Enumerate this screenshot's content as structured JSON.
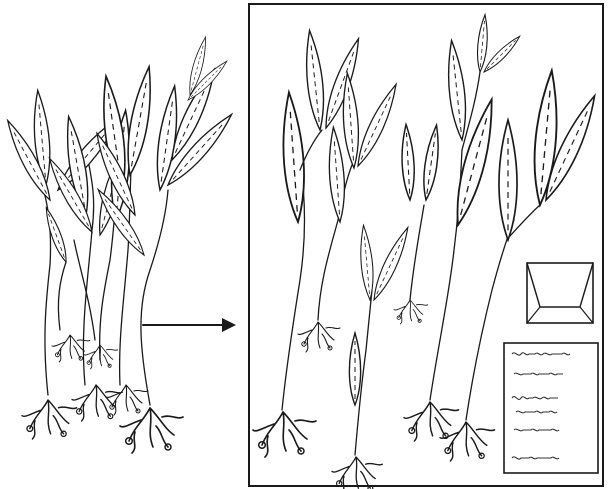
{
  "figure": {
    "left_panel": {
      "icon": "loose-plant-cluster"
    },
    "arrow": {
      "icon": "right-arrow"
    },
    "right_panel": {
      "icon": "mounted-herbarium-sheet",
      "envelope": {
        "icon": "specimen-packet-envelope"
      },
      "label": {
        "icon": "handwritten-collection-label"
      }
    }
  },
  "colors": {
    "ink": "#1a1a1a",
    "paper": "#ffffff"
  }
}
